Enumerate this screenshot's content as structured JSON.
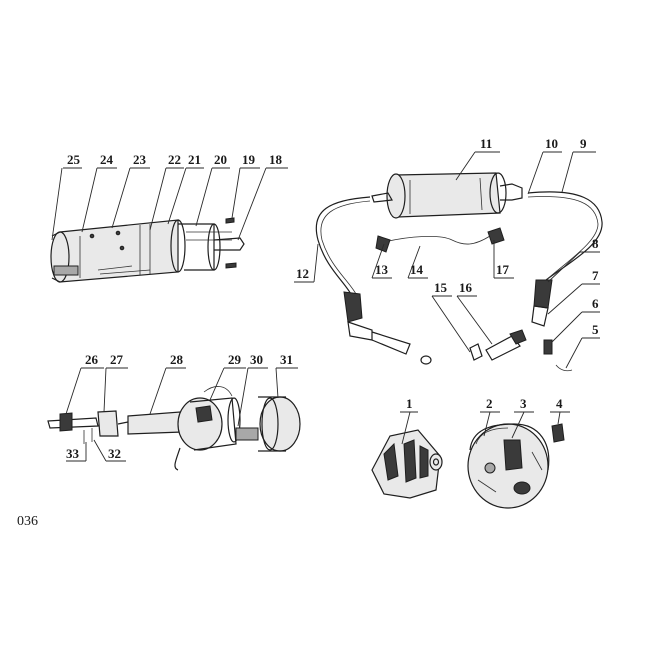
{
  "page_code": "036",
  "callouts": {
    "c1": "1",
    "c2": "2",
    "c3": "3",
    "c4": "4",
    "c5": "5",
    "c6": "6",
    "c7": "7",
    "c8": "8",
    "c9": "9",
    "c10": "10",
    "c11": "11",
    "c12": "12",
    "c13": "13",
    "c14": "14",
    "c15": "15",
    "c16": "16",
    "c17": "17",
    "c18": "18",
    "c19": "19",
    "c20": "20",
    "c21": "21",
    "c22": "22",
    "c23": "23",
    "c24": "24",
    "c25": "25",
    "c26": "26",
    "c27": "27",
    "c28": "28",
    "c29": "29",
    "c30": "30",
    "c31": "31",
    "c32": "32",
    "c33": "33"
  }
}
